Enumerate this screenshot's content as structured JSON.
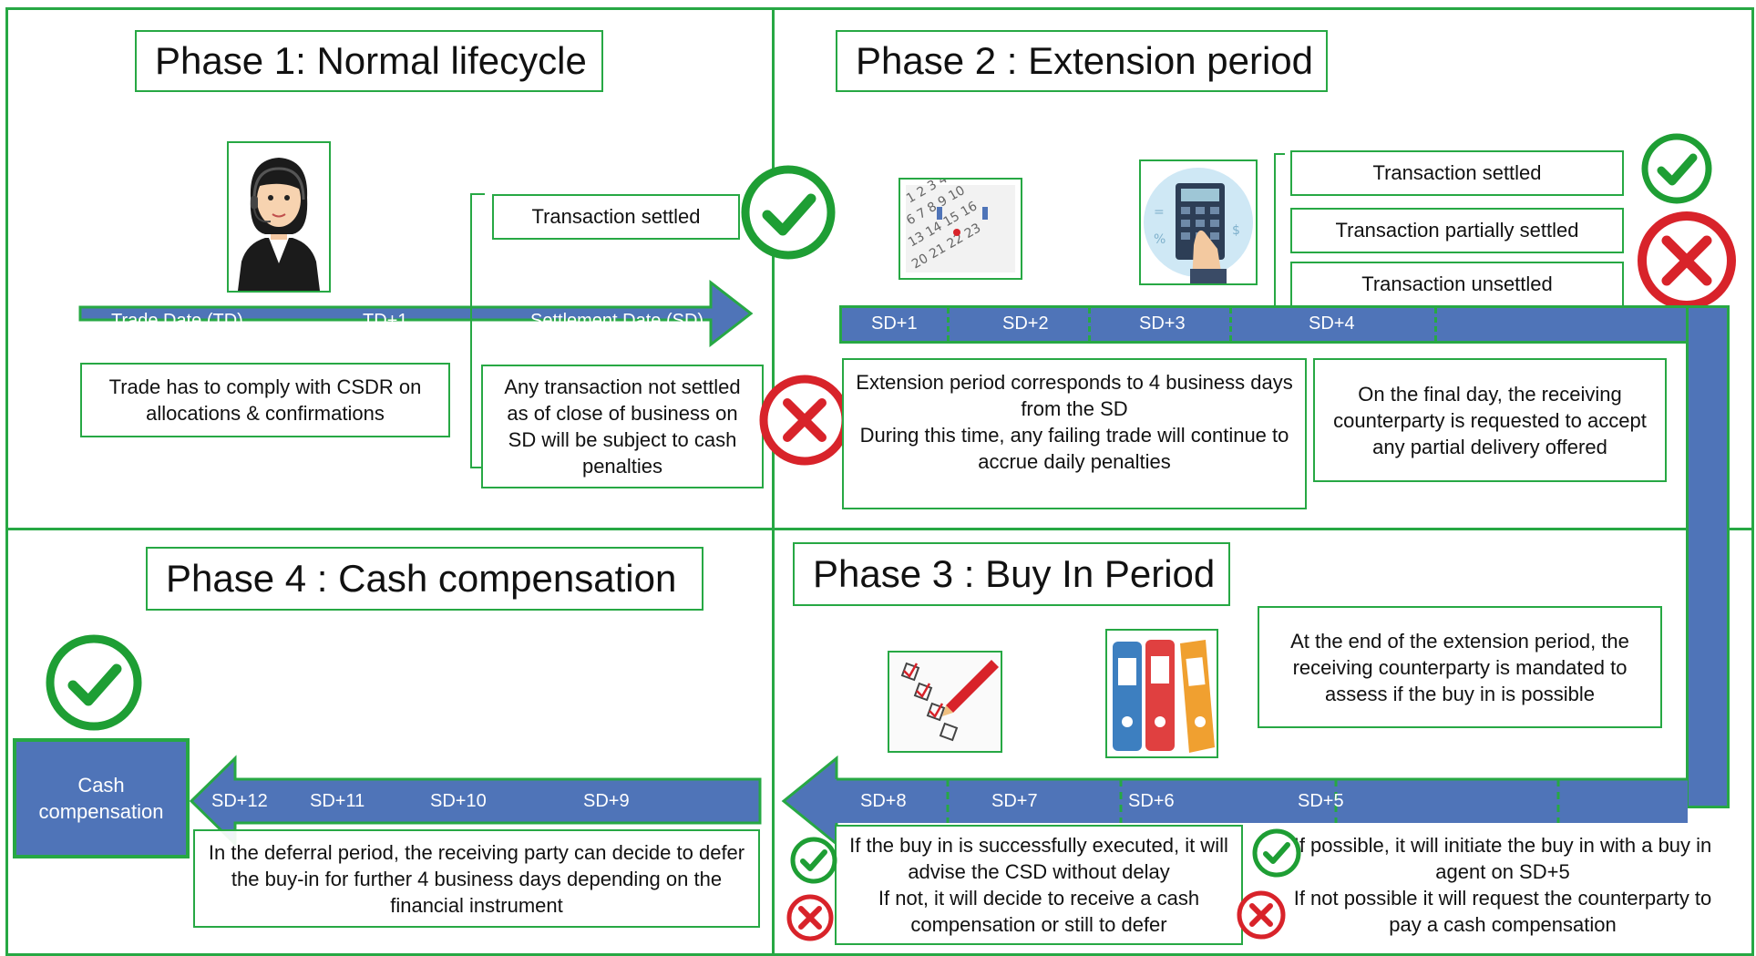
{
  "colors": {
    "accent_green": "#27a844",
    "bar_blue": "#4f74b8",
    "check_green": "#1e9e34",
    "cross_red": "#d8232a"
  },
  "phase1": {
    "title": "Phase 1: Normal lifecycle",
    "timeline": [
      "Trade Date (TD)",
      "TD+1",
      "Settlement Date (SD)"
    ],
    "settled": "Transaction settled",
    "note": "Trade has to comply with CSDR on allocations & confirmations",
    "penalty": "Any transaction not settled as of close of business on SD will be subject to cash penalties"
  },
  "phase2": {
    "title": "Phase 2 : Extension period",
    "timeline": [
      "SD+1",
      "SD+2",
      "SD+3",
      "SD+4"
    ],
    "outcomes": [
      "Transaction settled",
      "Transaction partially settled",
      "Transaction unsettled"
    ],
    "note": "Extension period corresponds to 4 business days from the SD\nDuring this time, any failing trade will continue to accrue daily penalties",
    "final": "On the final day, the receiving counterparty is requested to accept any partial delivery offered"
  },
  "phase3": {
    "title": "Phase 3 : Buy In Period",
    "timeline": [
      "SD+8",
      "SD+7",
      "SD+6",
      "SD+5"
    ],
    "assess": "At the end of the extension period, the receiving counterparty is mandated to assess if the buy in is possible",
    "left_note": "If the buy in is successfully executed, it will advise the CSD without delay\nIf not, it will decide to receive a cash compensation or still to defer",
    "right_note": "If possible, it will initiate the buy in with a buy in agent on SD+5\nIf not possible it will request the counterparty to pay a cash compensation"
  },
  "phase4": {
    "title": "Phase 4 : Cash compensation",
    "timeline": [
      "SD+12",
      "SD+11",
      "SD+10",
      "SD+9"
    ],
    "cash_box": "Cash compensation",
    "note": "In the deferral period, the receiving party can decide to defer the buy-in for further 4 business days depending on the financial instrument"
  },
  "icons": {
    "person": "person-headset-icon",
    "calendar": "calendar-icon",
    "calculator": "calculator-icon",
    "checklist": "checklist-icon",
    "binders": "binders-icon",
    "check": "check-circle-icon",
    "cross": "cross-circle-icon"
  }
}
